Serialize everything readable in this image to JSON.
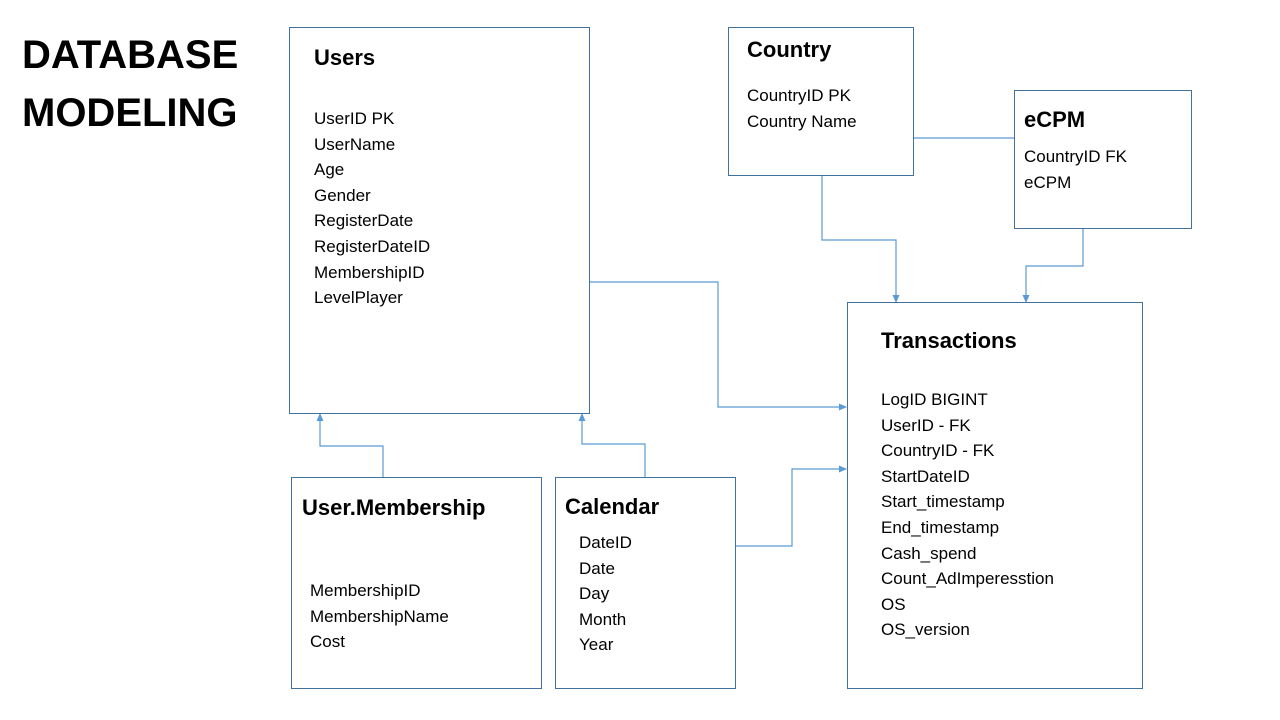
{
  "title": {
    "line1": "DATABASE",
    "line2": "MODELING"
  },
  "line_color": "#5b9bd5",
  "border_color": "#41719c",
  "entities": {
    "users": {
      "title": "Users",
      "fields": [
        "UserID  PK",
        "UserName",
        "Age",
        "Gender",
        "RegisterDate",
        "RegisterDateID",
        "MembershipID",
        "LevelPlayer"
      ]
    },
    "country": {
      "title": "Country",
      "fields": [
        "CountryID  PK",
        "Country Name"
      ]
    },
    "ecpm": {
      "title": "eCPM",
      "fields": [
        "CountryID  FK",
        "eCPM"
      ]
    },
    "transactions": {
      "title": "Transactions",
      "fields": [
        "LogID  BIGINT",
        "UserID  - FK",
        "CountryID  - FK",
        "StartDateID",
        "Start_timestamp",
        "End_timestamp",
        "Cash_spend",
        "Count_AdImperesstion",
        "OS",
        "OS_version"
      ]
    },
    "membership": {
      "title": "User.Membership",
      "fields": [
        "MembershipID",
        "MembershipName",
        "Cost"
      ]
    },
    "calendar": {
      "title": "Calendar",
      "fields": [
        "DateID",
        "Date",
        "Day",
        "Month",
        "Year"
      ]
    }
  }
}
